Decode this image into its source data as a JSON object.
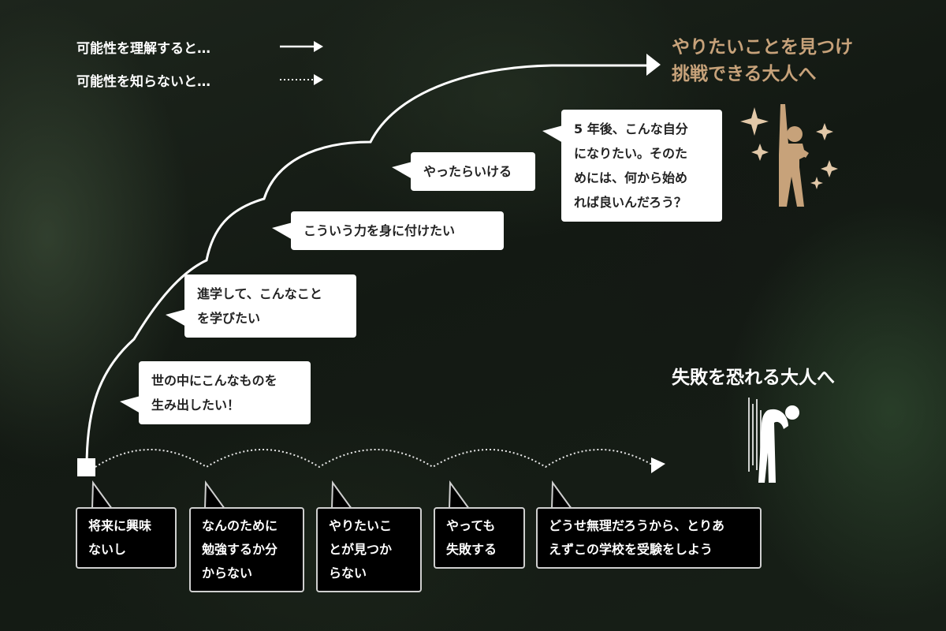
{
  "legend": {
    "solid_label": "可能性を理解すると…",
    "dotted_label": "可能性を知らないと…"
  },
  "goals": {
    "success_lines": [
      "やりたいことを見つけ",
      "挑戦できる大人へ"
    ],
    "failure_line": "失敗を恐れる大人へ"
  },
  "upper_path": {
    "bubbles": [
      {
        "lines": [
          "世の中にこんなものを",
          "生み出したい！"
        ]
      },
      {
        "lines": [
          "進学して、こんなこと",
          "を学びたい"
        ]
      },
      {
        "lines": [
          "こういう力を身に付けたい"
        ]
      },
      {
        "lines": [
          "やったらいける"
        ]
      },
      {
        "lines": [
          "5 年後、こんな自分",
          "になりたい。そのた",
          "めには、何から始め",
          "れば良いんだろう？"
        ]
      }
    ]
  },
  "lower_path": {
    "boxes": [
      {
        "lines": [
          "将来に興味",
          "ないし"
        ]
      },
      {
        "lines": [
          "なんのために",
          "勉強するか分",
          "からない"
        ]
      },
      {
        "lines": [
          "やりたいこ",
          "とが見つか",
          "らない"
        ]
      },
      {
        "lines": [
          "やっても",
          "失敗する"
        ]
      },
      {
        "lines": [
          "どうせ無理だろうから、とりあ",
          "えずこの学校を受験をしよう"
        ]
      }
    ]
  },
  "colors": {
    "accent_gold": "#c7a27a",
    "bubble_fill": "#ffffff",
    "box_fill": "#000000",
    "line": "#ffffff"
  },
  "icons": [
    "sparkle-icon",
    "cheering-person-icon",
    "dejected-person-icon"
  ]
}
